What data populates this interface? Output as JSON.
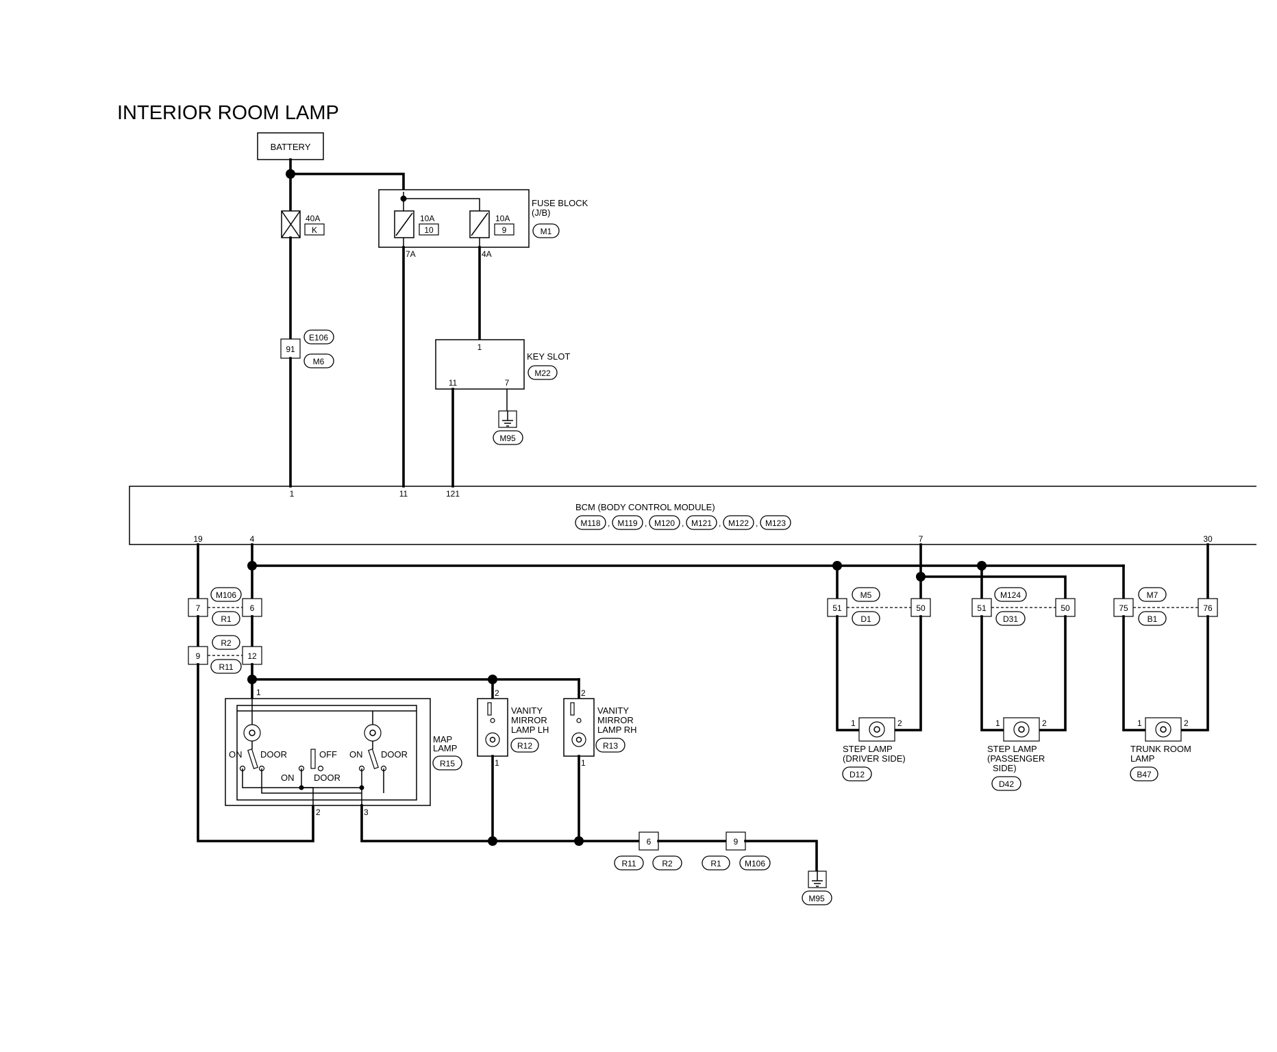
{
  "title": "INTERIOR ROOM LAMP",
  "battery": "BATTERY",
  "fusible_link": {
    "rating": "40A",
    "id": "K"
  },
  "fuse_block": {
    "name": "FUSE BLOCK",
    "sub": "(J/B)",
    "connector": "M1",
    "fuse_a": {
      "rating": "10A",
      "id": "10",
      "terminal": "7A"
    },
    "fuse_b": {
      "rating": "10A",
      "id": "9",
      "terminal": "4A"
    }
  },
  "harness_91": {
    "pin": "91",
    "conn_top": "E106",
    "conn_bottom": "M6"
  },
  "key_slot": {
    "name": "KEY SLOT",
    "connector": "M22",
    "pin_in": "1",
    "pin_out": "11",
    "pin_gnd": "7"
  },
  "ground": "M95",
  "bcm": {
    "name": "BCM (BODY CONTROL MODULE)",
    "connectors": [
      "M118",
      "M119",
      "M120",
      "M121",
      "M122",
      "M123"
    ],
    "sep": ",",
    "pins_top": [
      "1",
      "11",
      "121"
    ],
    "pins_bottom": [
      "19",
      "4",
      "7",
      "30"
    ]
  },
  "joints": {
    "m106": {
      "pin_l": "7",
      "pin_r": "6",
      "conn_top": "M106",
      "conn_bottom": "R1"
    },
    "r2": {
      "pin_l": "9",
      "pin_r": "12",
      "conn_top": "R2",
      "conn_bottom": "R11"
    },
    "d1": {
      "pin_l": "51",
      "pin_r": "50",
      "conn_top": "M5",
      "conn_bottom": "D1"
    },
    "d31": {
      "pin_l": "51",
      "pin_r": "50",
      "conn_top": "M124",
      "conn_bottom": "D31"
    },
    "b1": {
      "pin_l": "75",
      "pin_r": "76",
      "conn_top": "M7",
      "conn_bottom": "B1"
    },
    "gnd_6": {
      "pin": "6",
      "conn_l": "R11",
      "conn_r": "R2"
    },
    "gnd_9": {
      "pin": "9",
      "conn_l": "R1",
      "conn_r": "M106"
    }
  },
  "map_lamp": {
    "name_1": "MAP",
    "name_2": "LAMP",
    "connector": "R15",
    "pin_top": "1",
    "pin_2": "2",
    "pin_3": "3",
    "labels": {
      "on_l": "ON",
      "door_l": "DOOR",
      "off": "OFF",
      "on_r": "ON",
      "door_r": "DOOR",
      "on_low": "ON",
      "door_low": "DOOR"
    }
  },
  "vanity_lh": {
    "l1": "VANITY",
    "l2": "MIRROR",
    "l3": "LAMP LH",
    "connector": "R12",
    "pin_top": "2",
    "pin_bottom": "1"
  },
  "vanity_rh": {
    "l1": "VANITY",
    "l2": "MIRROR",
    "l3": "LAMP RH",
    "connector": "R13",
    "pin_top": "2",
    "pin_bottom": "1"
  },
  "step_driver": {
    "l1": "STEP LAMP",
    "l2": "(DRIVER SIDE)",
    "connector": "D12",
    "pin_l": "1",
    "pin_r": "2"
  },
  "step_passenger": {
    "l1": "STEP LAMP",
    "l2": "(PASSENGER",
    "l3": "SIDE)",
    "connector": "D42",
    "pin_l": "1",
    "pin_r": "2"
  },
  "trunk": {
    "l1": "TRUNK ROOM",
    "l2": "LAMP",
    "connector": "B47",
    "pin_l": "1",
    "pin_r": "2"
  }
}
